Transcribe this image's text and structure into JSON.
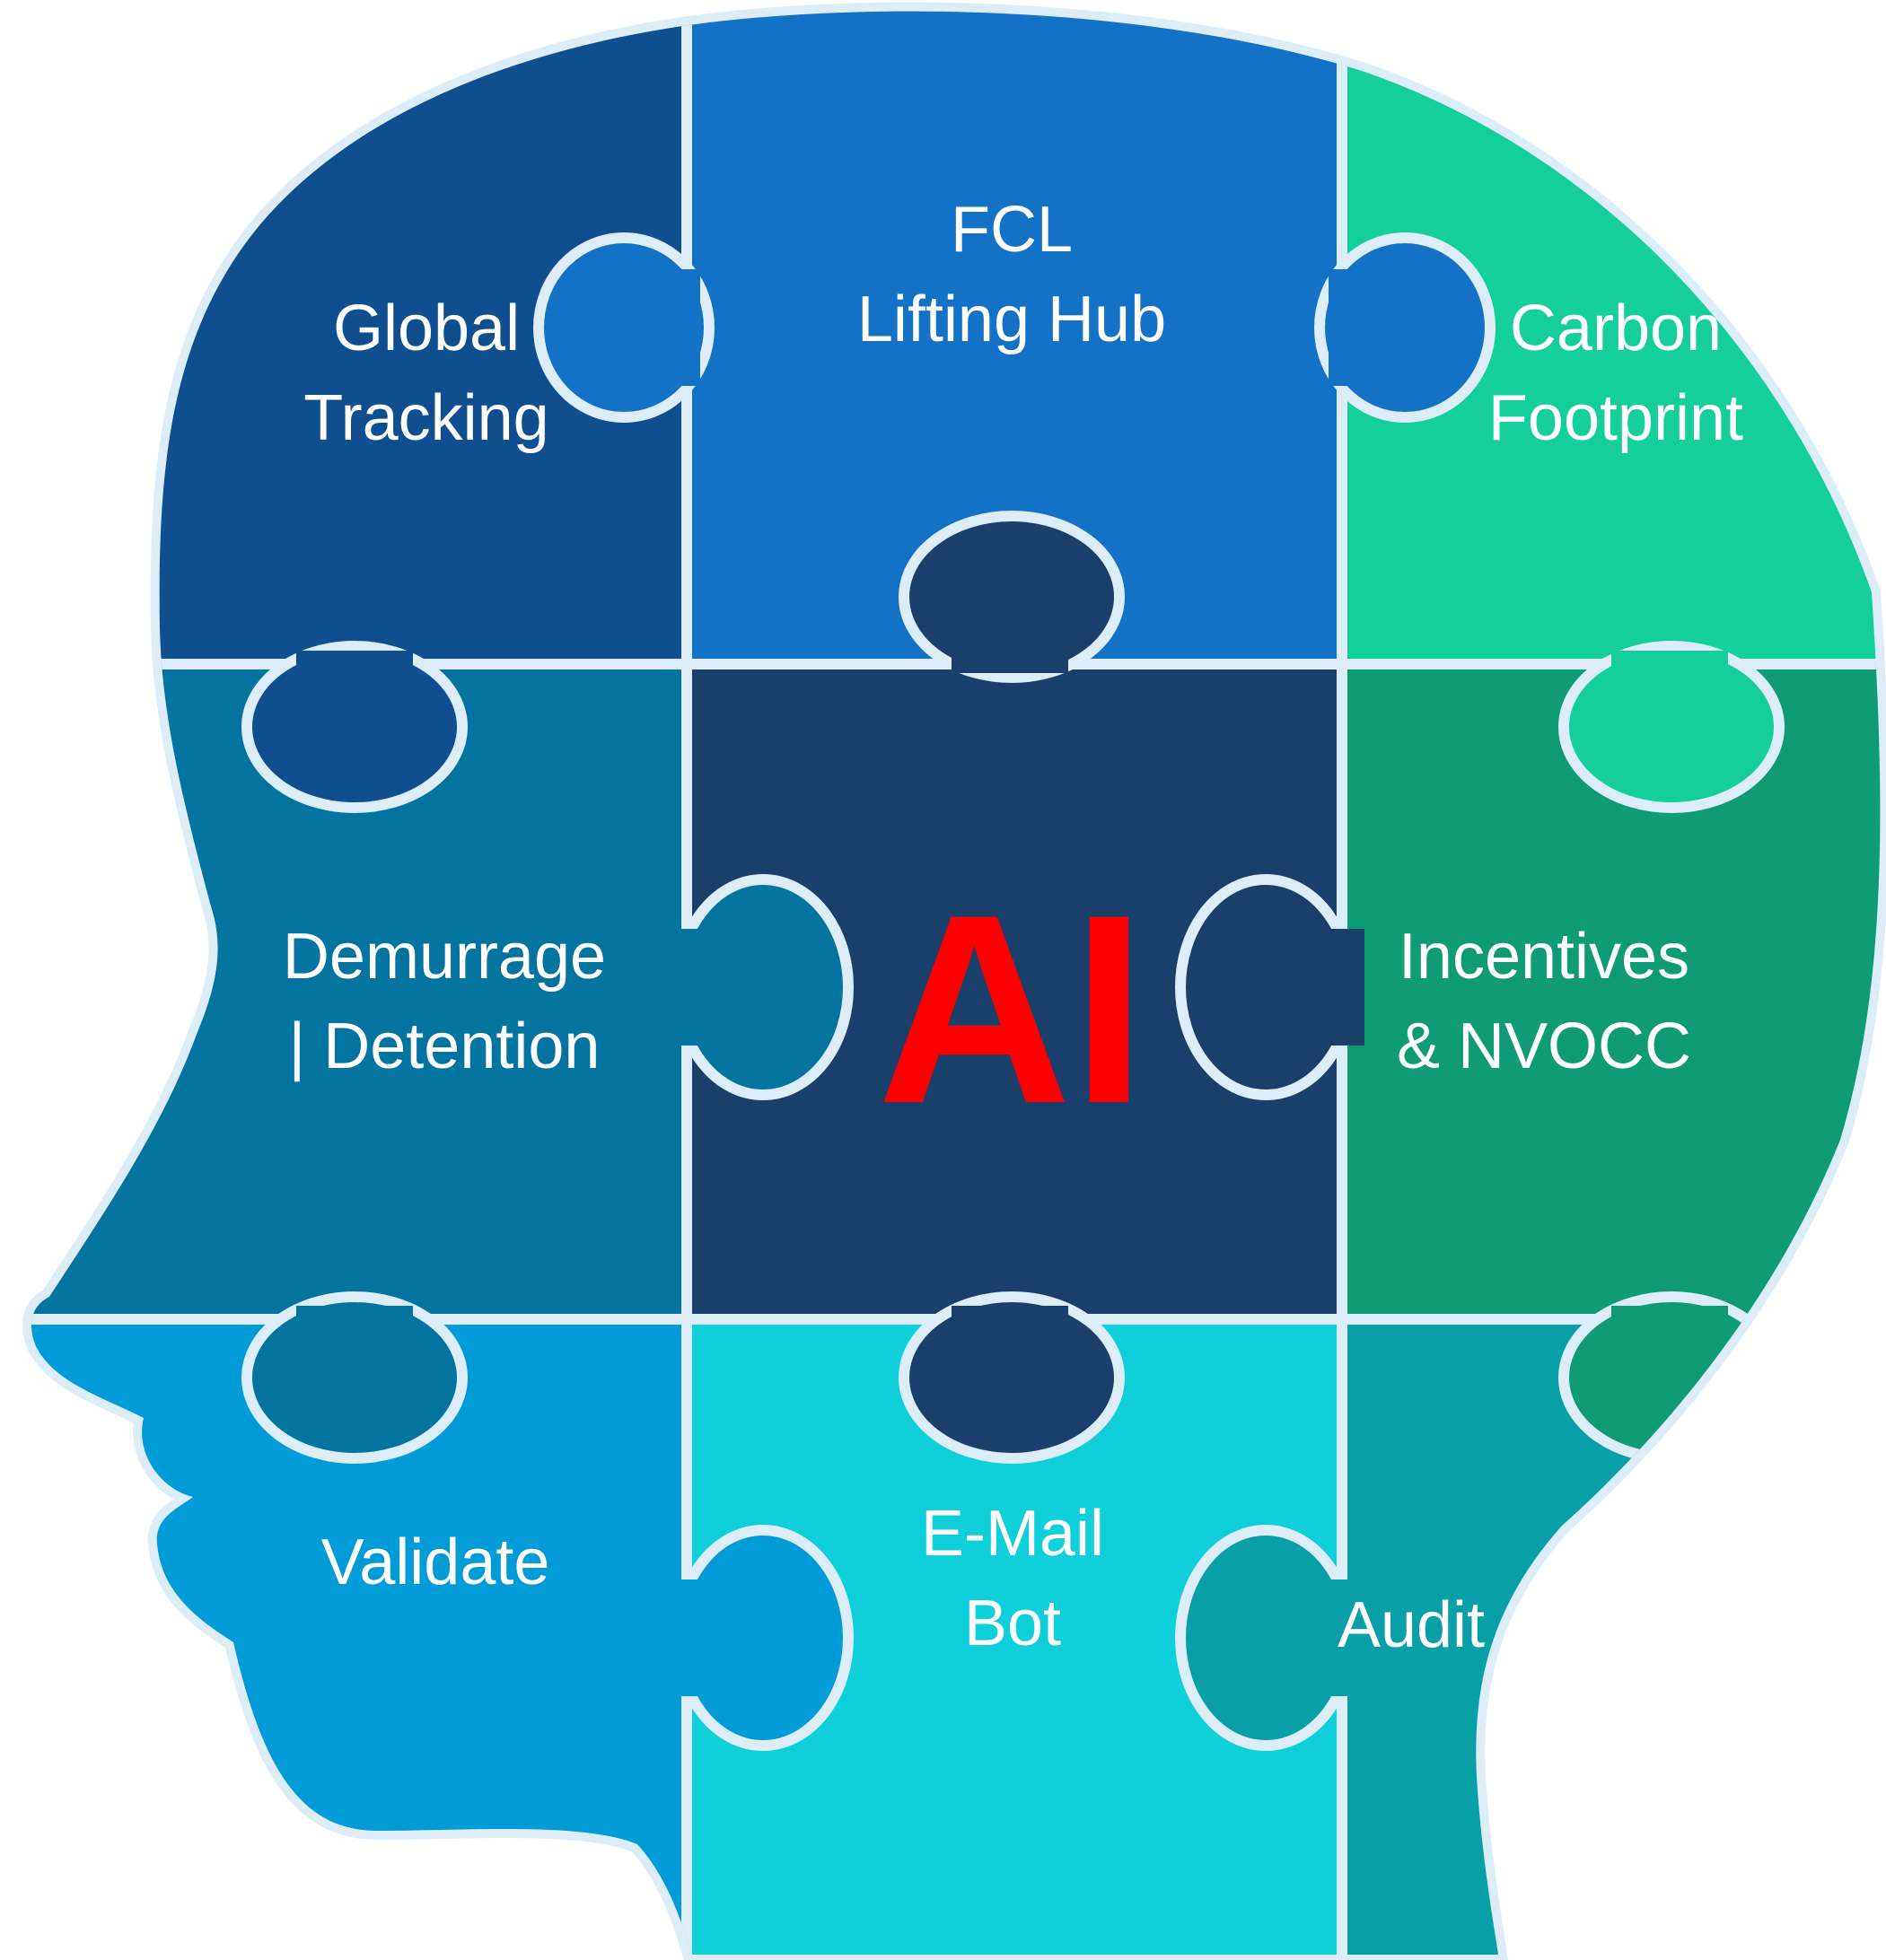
{
  "center": {
    "label": "AI",
    "color": "#ff0000"
  },
  "pieces": [
    {
      "id": "global-tracking",
      "lines": [
        "Global",
        "Tracking"
      ],
      "color": "#0f4f8f"
    },
    {
      "id": "fcl-lifting-hub",
      "lines": [
        "FCL",
        "Lifting Hub"
      ],
      "color": "#1371c6"
    },
    {
      "id": "carbon-footprint",
      "lines": [
        "Carbon",
        "Footprint"
      ],
      "color": "#14cf99"
    },
    {
      "id": "demurrage-detention",
      "lines": [
        "Demurrage",
        "| Detention"
      ],
      "color": "#03749f"
    },
    {
      "id": "ai-core",
      "lines": [],
      "color": "#1b3f6b"
    },
    {
      "id": "incentives-nvocc",
      "lines": [
        "Incentives",
        "& NVOCC"
      ],
      "color": "#0f9b73"
    },
    {
      "id": "validate",
      "lines": [
        "Validate"
      ],
      "color": "#019bd7"
    },
    {
      "id": "email-bot",
      "lines": [
        "E-Mail",
        "Bot"
      ],
      "color": "#0ecfda"
    },
    {
      "id": "audit",
      "lines": [
        "Audit"
      ],
      "color": "#099fa6"
    }
  ],
  "colors": {
    "outline": "#dcedf8",
    "background": "#ffffff"
  }
}
